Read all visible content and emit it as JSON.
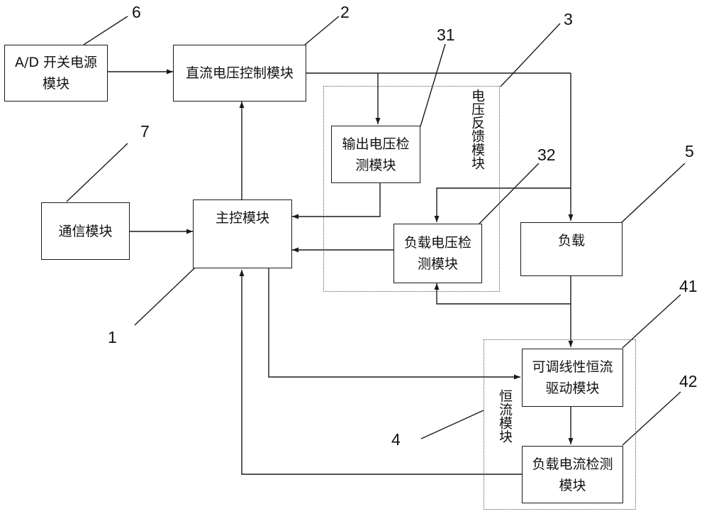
{
  "modules": {
    "ad_power": "A/D 开关电源模块",
    "dc_voltage_ctrl": "直流电压控制模块",
    "output_voltage_detect": "输出电压检测模块",
    "comm": "通信模块",
    "main_ctrl": "主控模块",
    "load_voltage_detect": "负载电压检测模块",
    "load": "负载",
    "cc_drive": "可调线性恒流驱动模块",
    "load_current_detect": "负载电流检测模块"
  },
  "groups": {
    "voltage_feedback": "电压反馈模块",
    "constant_current": "恒流模块"
  },
  "labels": {
    "n1": "1",
    "n2": "2",
    "n3": "3",
    "n31": "31",
    "n32": "32",
    "n4": "4",
    "n41": "41",
    "n42": "42",
    "n5": "5",
    "n6": "6",
    "n7": "7"
  }
}
